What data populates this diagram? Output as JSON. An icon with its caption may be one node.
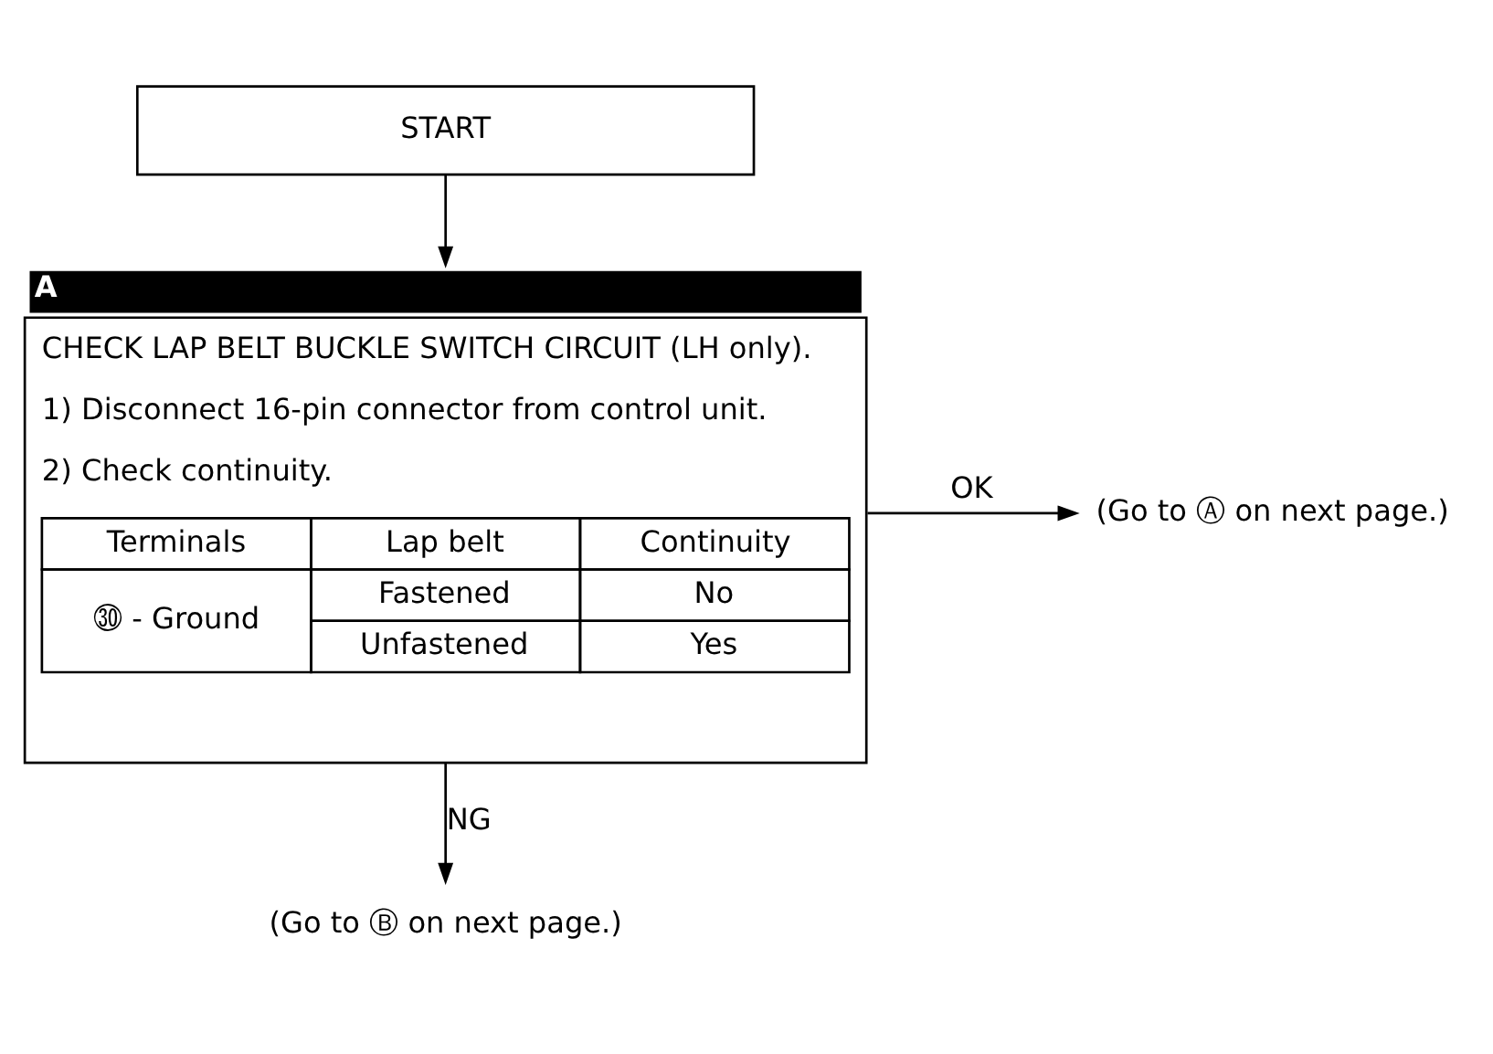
{
  "diagram": {
    "nodes": [
      {
        "text": [
          "START"
        ]
      },
      {
        "text": [
          "CHECK LAP BELT BUCKLE SWITCH CIRCUIT (LH only).",
          "1) Disconnect 16-pin connector from control unit.",
          "2) Check continuity."
        ],
        "beside": [
          "A"
        ]
      },
      {
        "text": [
          "(Go to Ⓐ on next page.)"
        ]
      },
      {
        "text": [
          "(Go to Ⓑ on next page.)"
        ]
      }
    ],
    "edges": [
      {
        "from": 0,
        "to": 1,
        "arrow": "to"
      },
      {
        "from": 1,
        "to": 2,
        "arrow": "to",
        "label": "OK"
      },
      {
        "from": 1,
        "to": 3,
        "arrow": "to",
        "label": "NG"
      }
    ],
    "labels": [
      "Terminals",
      "Lap belt",
      "Continuity",
      "㉚ - Ground",
      "Fastened",
      "No",
      "Unfastened",
      "Yes"
    ]
  }
}
